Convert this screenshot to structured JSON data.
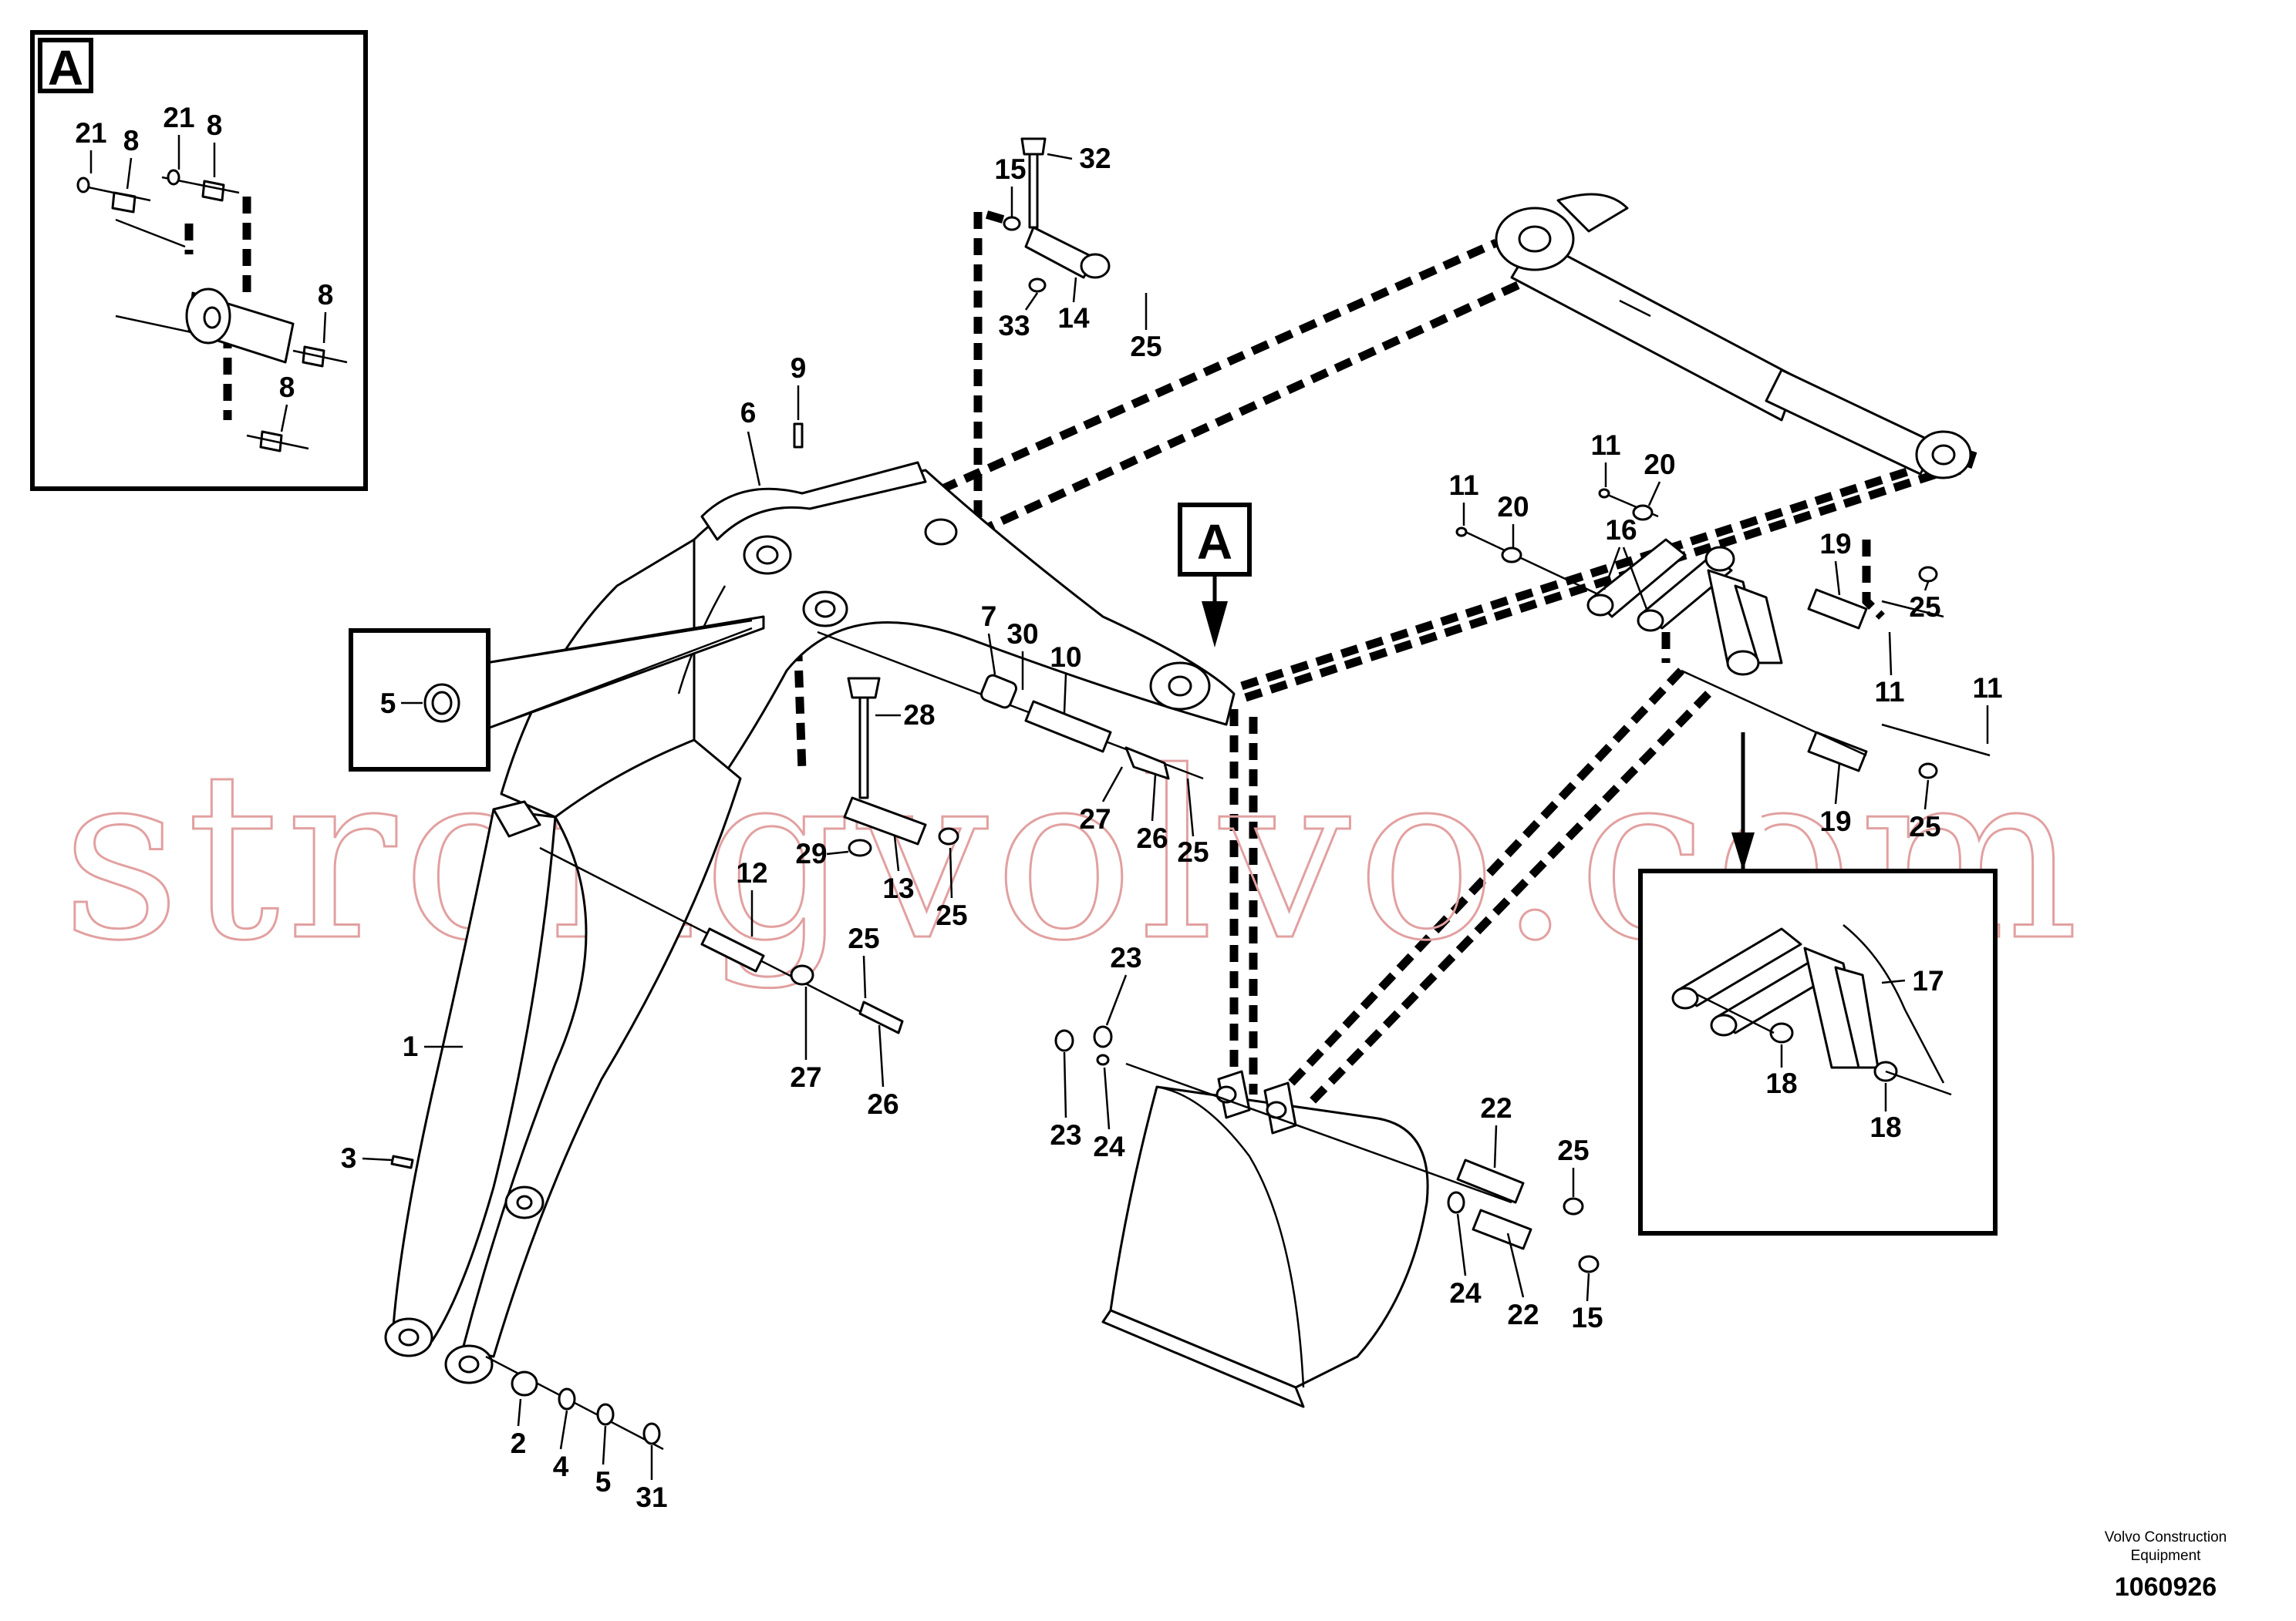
{
  "inset_a": {
    "box_label": "A",
    "labels": [
      "21",
      "8",
      "21",
      "8",
      "8",
      "8"
    ]
  },
  "detail_a_marker": "A",
  "callouts": {
    "c1": "1",
    "c2": "2",
    "c3": "3",
    "c4": "4",
    "c5": "5",
    "c5b": "5",
    "c6": "6",
    "c7": "7",
    "c8": "8",
    "c9": "9",
    "c10": "10",
    "c11a": "11",
    "c11b": "11",
    "c11c": "11",
    "c11d": "11",
    "c12": "12",
    "c13": "13",
    "c14": "14",
    "c15a": "15",
    "c15b": "15",
    "c16": "16",
    "c17": "17",
    "c18a": "18",
    "c18b": "18",
    "c19a": "19",
    "c19b": "19",
    "c20a": "20",
    "c20b": "20",
    "c22a": "22",
    "c22b": "22",
    "c23a": "23",
    "c23b": "23",
    "c24a": "24",
    "c24b": "24",
    "c25a": "25",
    "c25b": "25",
    "c25c": "25",
    "c25d": "25",
    "c25e": "25",
    "c25f": "25",
    "c25g": "25",
    "c26a": "26",
    "c26b": "26",
    "c27a": "27",
    "c27b": "27",
    "c28": "28",
    "c29": "29",
    "c30": "30",
    "c31": "31",
    "c32": "32",
    "c33": "33"
  },
  "watermark": "strongvolvo.com",
  "footer": {
    "company_line1": "Volvo Construction",
    "company_line2": "Equipment",
    "document_number": "1060926"
  }
}
